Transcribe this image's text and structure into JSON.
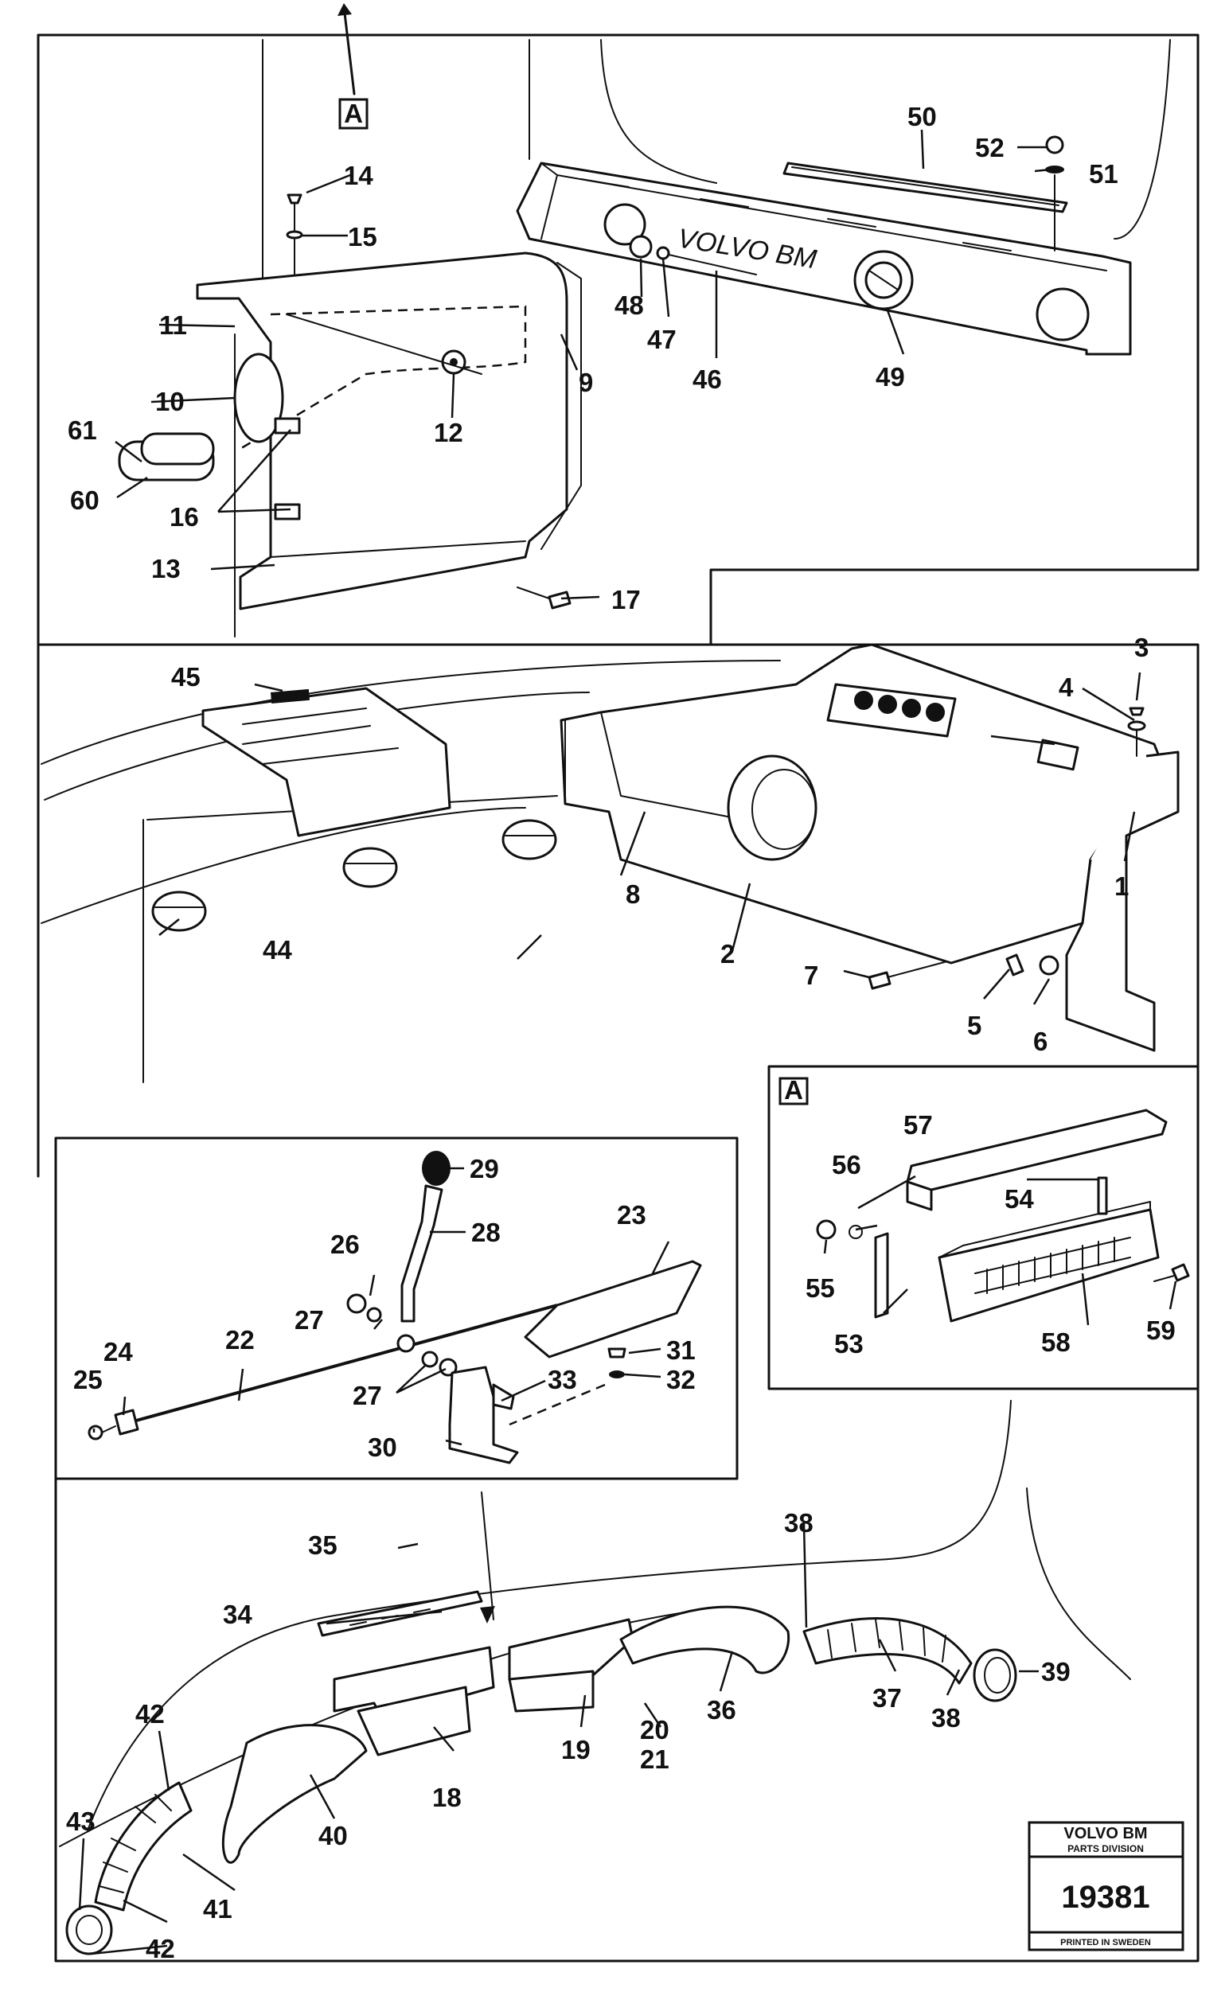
{
  "detail_markers": {
    "a_top": "A",
    "a_inset": "A"
  },
  "dash_lettering": "VOLVO BM",
  "labels": [
    "1",
    "2",
    "3",
    "4",
    "5",
    "6",
    "7",
    "8",
    "9",
    "10",
    "11",
    "12",
    "13",
    "14",
    "15",
    "16",
    "17",
    "18",
    "19",
    "20",
    "21",
    "22",
    "23",
    "24",
    "25",
    "26",
    "27",
    "27",
    "28",
    "29",
    "30",
    "31",
    "32",
    "33",
    "34",
    "35",
    "36",
    "37",
    "38",
    "38",
    "39",
    "40",
    "41",
    "42",
    "42",
    "43",
    "44",
    "45",
    "46",
    "47",
    "48",
    "49",
    "50",
    "51",
    "52",
    "53",
    "54",
    "55",
    "56",
    "57",
    "58",
    "59",
    "60",
    "61"
  ],
  "stamp": {
    "brand": "VOLVO BM",
    "division": "PARTS DIVISION",
    "number": "19381",
    "printed": "PRINTED IN SWEDEN"
  }
}
